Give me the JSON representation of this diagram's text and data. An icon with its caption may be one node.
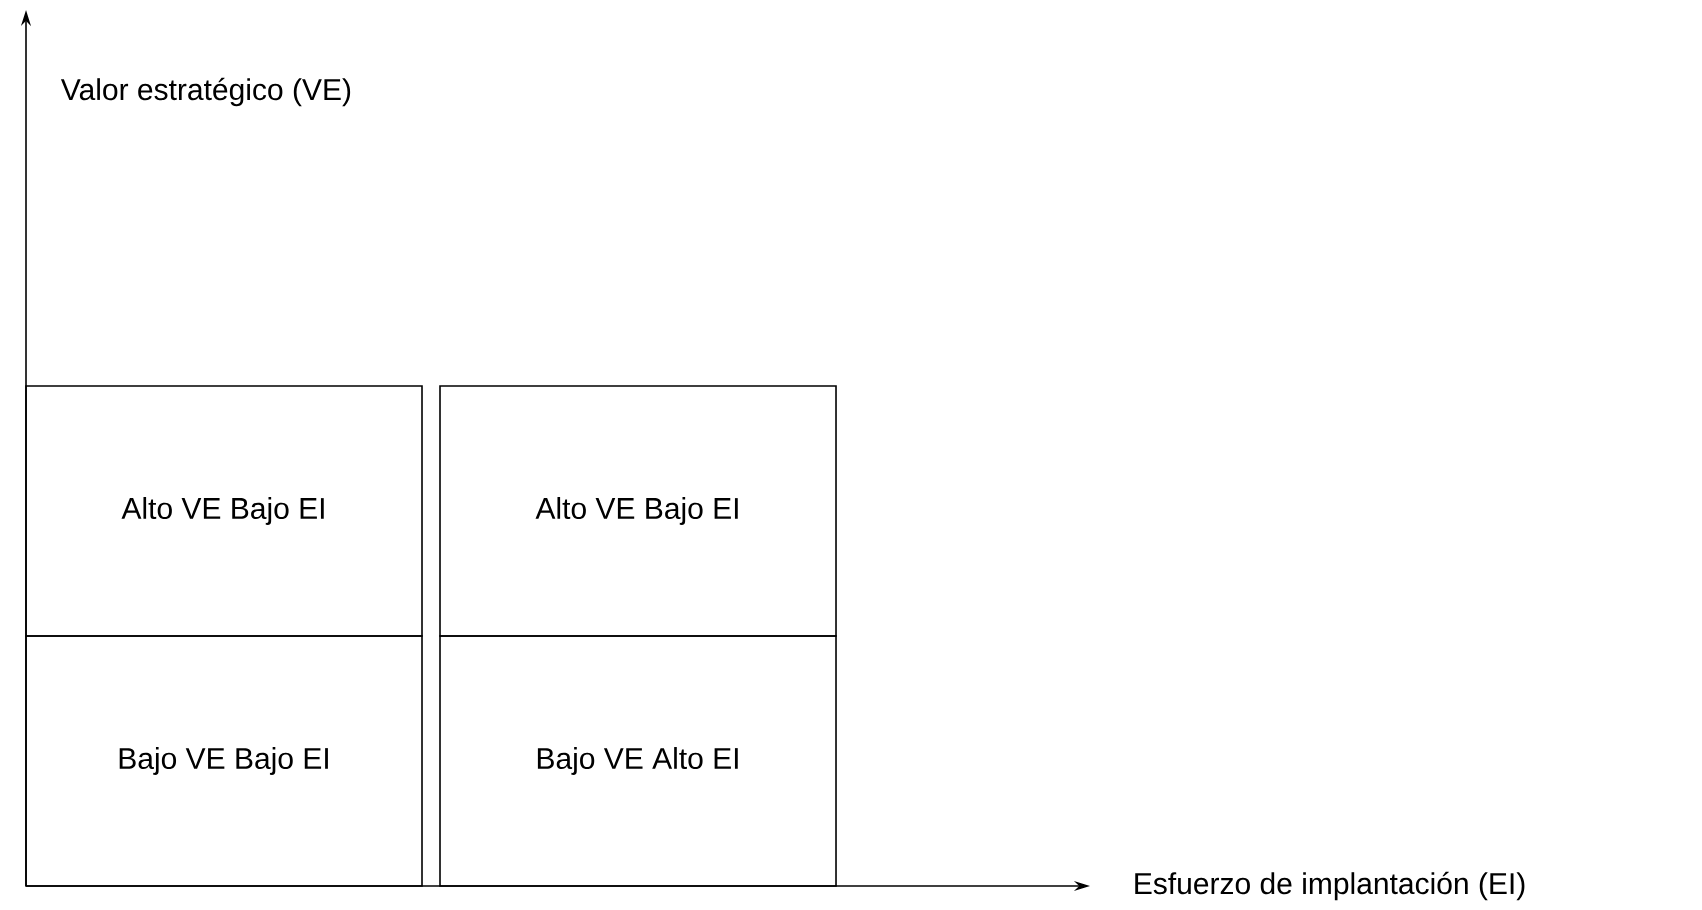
{
  "diagram": {
    "nodes": [
      {
        "text": [
          "Alto VE Bajo EI"
        ]
      },
      {
        "text": [
          "Alto VE Bajo EI"
        ]
      },
      {
        "text": [
          "Bajo VE Bajo EI"
        ]
      },
      {
        "text": [
          "Bajo VE Alto EI"
        ]
      }
    ],
    "labels": [
      "Valor estratégico (VE)",
      "Esfuerzo de implantación (EI)"
    ]
  }
}
